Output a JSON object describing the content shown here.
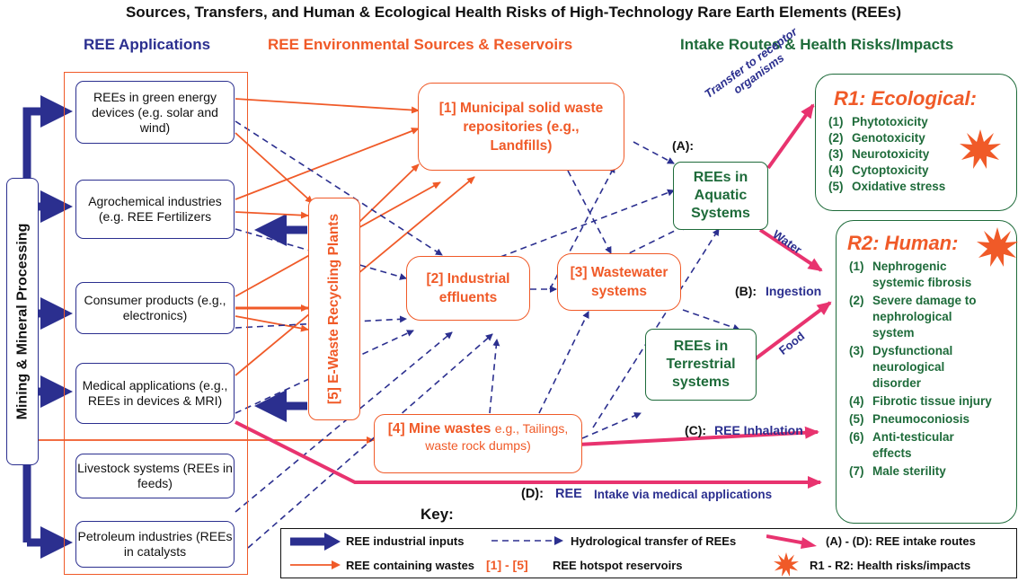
{
  "title": "Sources, Transfers, and Human & Ecological Health Risks of High-Technology Rare Earth Elements (REEs)",
  "columns": {
    "applications": "REE Applications",
    "sources": "REE Environmental Sources & Reservoirs",
    "routes": "Intake Routes & Health Risks/Impacts"
  },
  "mining_label": "Mining & Mineral Processing",
  "applications": [
    "REEs in green energy devices (e.g. solar and wind)",
    "Agrochemical industries (e.g. REE Fertilizers",
    "Consumer products (e.g., electronics)",
    "Medical applications (e.g., REEs in devices & MRI)",
    "Livestock systems (REEs in feeds)",
    "Petroleum industries (REEs in catalysts"
  ],
  "recycling_label": "[5] E-Waste Recycling Plants",
  "reservoirs": {
    "msw": "[1] Municipal solid waste repositories (e.g., Landfills)",
    "industrial": "[2] Industrial effluents",
    "wastewater": "[3] Wastewater systems",
    "mine_head": "[4] Mine wastes",
    "mine_rest": "e.g., Tailings, waste rock dumps)"
  },
  "aquatic": "REEs in Aquatic Systems",
  "terrestrial": "REEs in Terrestrial systems",
  "routes": {
    "a_letter": "(A):",
    "a_text": "Transfer to receptor organisms",
    "water": "Water",
    "b_letter": "(B):",
    "b_text": "Ingestion",
    "food": "Food",
    "c_letter": "(C):",
    "c_text": "REE Inhalation",
    "d_letter": "(D):",
    "d_text_1": "REE",
    "d_text_2": "Intake via medical applications"
  },
  "r1": {
    "heading": "R1: Ecological:",
    "items": [
      {
        "n": "(1)",
        "t": "Phytotoxicity"
      },
      {
        "n": "(2)",
        "t": "Genotoxicity"
      },
      {
        "n": "(3)",
        "t": "Neurotoxicity"
      },
      {
        "n": "(4)",
        "t": "Cytoptoxicity"
      },
      {
        "n": "(5)",
        "t": "Oxidative stress"
      }
    ]
  },
  "r2": {
    "heading": "R2: Human:",
    "items": [
      {
        "n": "(1)",
        "t": "Nephrogenic systemic fibrosis"
      },
      {
        "n": "(2)",
        "t": "Severe damage to nephrological system"
      },
      {
        "n": "(3)",
        "t": "Dysfunctional neurological disorder"
      },
      {
        "n": "(4)",
        "t": "Fibrotic tissue injury"
      },
      {
        "n": "(5)",
        "t": "Pneumoconiosis"
      },
      {
        "n": "(6)",
        "t": "Anti-testicular effects"
      },
      {
        "n": "(7)",
        "t": "Male sterility"
      }
    ]
  },
  "key": {
    "title": "Key:",
    "industrial_inputs": "REE industrial inputs",
    "hydrological": "Hydrological transfer of REEs",
    "intake_routes": "(A) - (D): REE intake routes",
    "wastes": "REE containing wastes",
    "hotspot_range": "[1] - [5]",
    "hotspot_text": "REE hotspot reservoirs",
    "health": "R1 - R2: Health risks/impacts"
  },
  "colors": {
    "blue": "#2b2f8f",
    "orange": "#f05a28",
    "green": "#1e6b3a",
    "magenta": "#e8336f"
  }
}
